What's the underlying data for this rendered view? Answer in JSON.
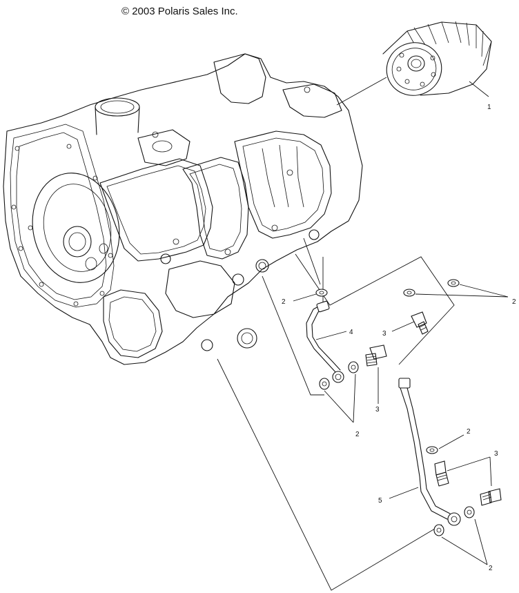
{
  "copyright": "© 2003 Polaris Sales Inc.",
  "callouts": [
    {
      "id": "oil-filter",
      "label": "1"
    },
    {
      "id": "washer-a",
      "label": "2"
    },
    {
      "id": "washer-b",
      "label": "2"
    },
    {
      "id": "washer-c",
      "label": "2"
    },
    {
      "id": "washer-d",
      "label": "2"
    },
    {
      "id": "washer-e",
      "label": "2"
    },
    {
      "id": "bolt-a",
      "label": "3"
    },
    {
      "id": "bolt-b",
      "label": "3"
    },
    {
      "id": "bolt-c",
      "label": "3"
    },
    {
      "id": "oil-line-upper",
      "label": "4"
    },
    {
      "id": "oil-line-lower",
      "label": "5"
    }
  ]
}
